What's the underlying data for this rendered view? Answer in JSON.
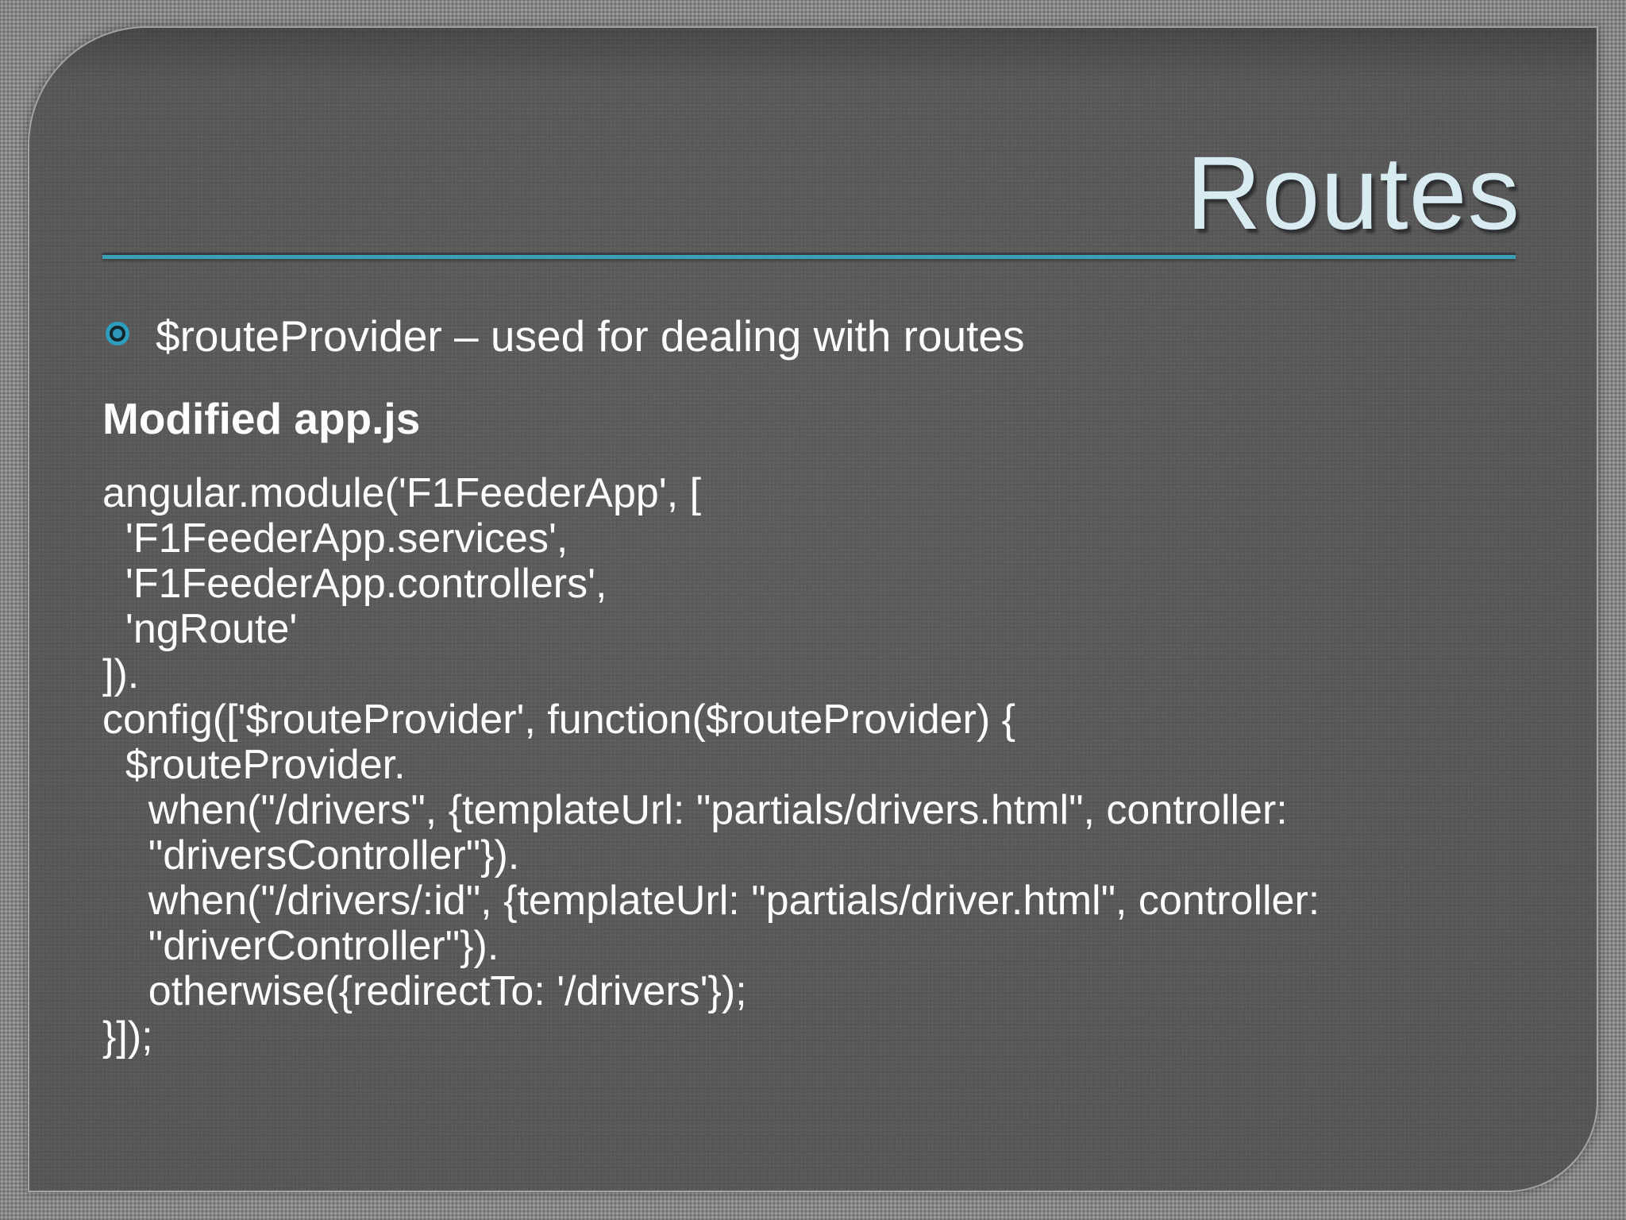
{
  "slide": {
    "title": "Routes",
    "bullet": {
      "text": "$routeProvider – used for dealing with routes"
    },
    "subheading": "Modified app.js",
    "code": {
      "lines": [
        "angular.module('F1FeederApp', [",
        "  'F1FeederApp.services',",
        "  'F1FeederApp.controllers',",
        "  'ngRoute'",
        "]).",
        "config(['$routeProvider', function($routeProvider) {",
        "  $routeProvider.",
        "    when(\"/drivers\", {templateUrl: \"partials/drivers.html\", controller:",
        "    \"driversController\"}).",
        "    when(\"/drivers/:id\", {templateUrl: \"partials/driver.html\", controller:",
        "    \"driverController\"}).",
        "    otherwise({redirectTo: '/drivers'});",
        "}]);"
      ]
    },
    "colors": {
      "accent_teal": "#3ba1b8",
      "title_text": "#d7ebf1",
      "body_text": "#ffffff",
      "panel_background": "#5a5a5a",
      "outer_background": "#878787",
      "bullet_ring": "#2d9dbd",
      "bullet_dot": "#2b98ba"
    }
  }
}
